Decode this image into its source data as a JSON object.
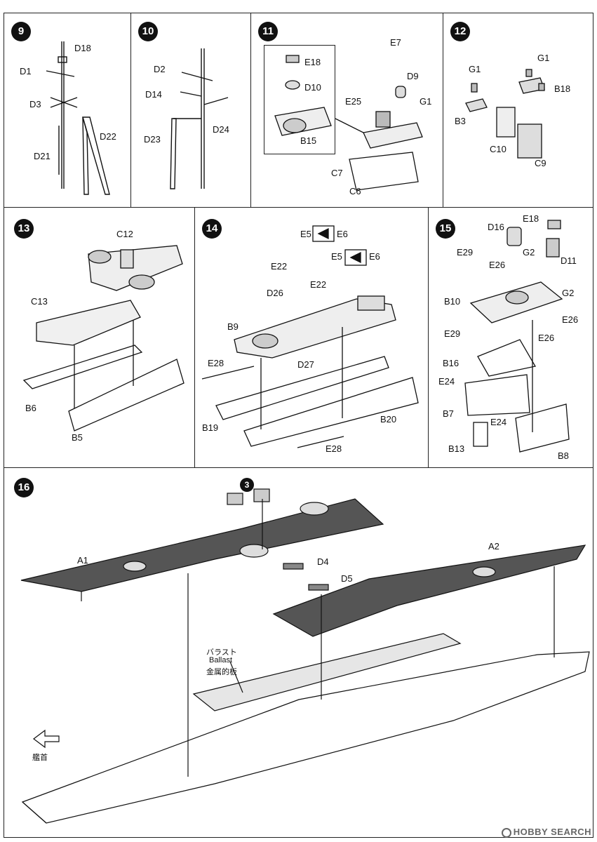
{
  "steps": {
    "s9": {
      "number": "9",
      "parts": [
        "D18",
        "D1",
        "D3",
        "D22",
        "D21"
      ]
    },
    "s10": {
      "number": "10",
      "parts": [
        "D2",
        "D14",
        "D24",
        "D23"
      ]
    },
    "s11": {
      "number": "11",
      "parts": [
        "E18",
        "D10",
        "B15",
        "E7",
        "D9",
        "E25",
        "G1",
        "C7",
        "C6"
      ]
    },
    "s12": {
      "number": "12",
      "parts": [
        "G1",
        "G1",
        "B18",
        "B3",
        "C10",
        "C9"
      ]
    },
    "s13": {
      "number": "13",
      "parts": [
        "C12",
        "C13",
        "B6",
        "B5"
      ]
    },
    "s14": {
      "number": "14",
      "parts": [
        "E5",
        "E6",
        "E5",
        "E6",
        "E22",
        "E22",
        "D26",
        "B9",
        "D27",
        "E28",
        "B19",
        "B20",
        "E28"
      ]
    },
    "s15": {
      "number": "15",
      "parts": [
        "E18",
        "D16",
        "D11",
        "E29",
        "G2",
        "E26",
        "B10",
        "G2",
        "E26",
        "E29",
        "E26",
        "B16",
        "E24",
        "B7",
        "E24",
        "B13",
        "B8"
      ]
    },
    "s16": {
      "number": "16",
      "ref_step": "3",
      "parts": [
        "A1",
        "D4",
        "A2",
        "D5"
      ],
      "ballast_jp": "バラスト",
      "ballast_en": "Ballast",
      "ballast_note": "金属的板",
      "bow_label": "艦首"
    }
  },
  "watermark": "HOBBY SEARCH"
}
